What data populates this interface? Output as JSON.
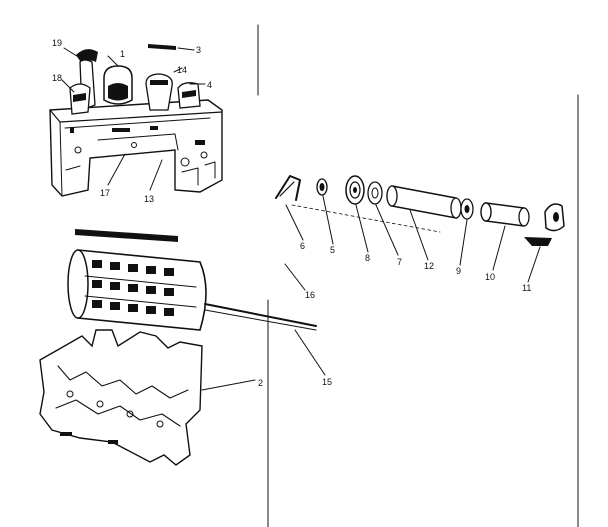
{
  "callouts": {
    "c1": "1",
    "c2": "2",
    "c3": "3",
    "c4": "4",
    "c5": "5",
    "c6": "6",
    "c7": "7",
    "c8": "8",
    "c9": "9",
    "c10": "10",
    "c11": "11",
    "c12": "12",
    "c13": "13",
    "c14": "14",
    "c15": "15",
    "c16": "16",
    "c17": "17",
    "c18": "18",
    "c19": "19"
  },
  "colors": {
    "ink": "#111111",
    "paper": "#ffffff"
  }
}
